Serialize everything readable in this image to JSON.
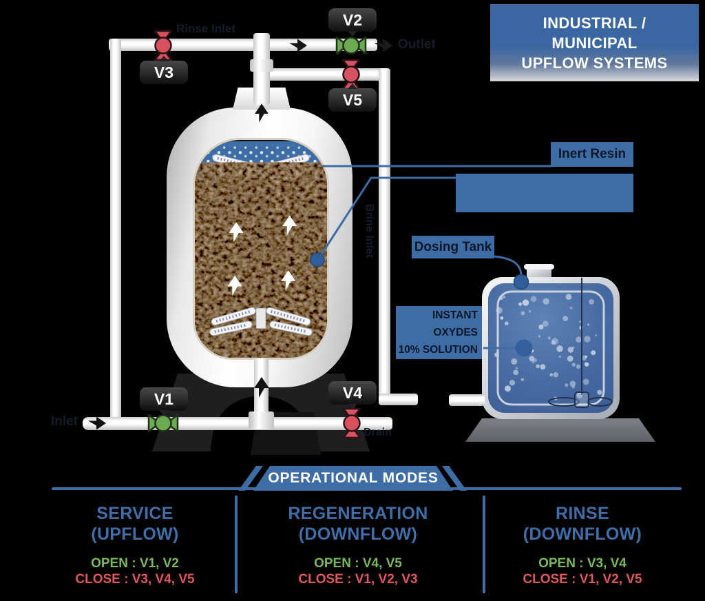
{
  "colors": {
    "accent": "#3e6da6",
    "navy": "#151c29",
    "heading": "#3f6ea8",
    "open_green": "#7cb95b",
    "close_red": "#e0575f",
    "valve_open": "#6bab52",
    "valve_closed": "#d8515e"
  },
  "title_box": {
    "line1": "INDUSTRIAL /",
    "line2": "MUNICIPAL",
    "line3": "UPFLOW SYSTEMS"
  },
  "pipe_labels": {
    "rinse_inlet": "Rinse Inlet",
    "outlet": "Outlet",
    "inlet": "Inlet",
    "drain": "Drain",
    "brine_inlet": "Brine Inlet"
  },
  "valves": {
    "v1": {
      "label": "V1",
      "state": "open"
    },
    "v2": {
      "label": "V2",
      "state": "open"
    },
    "v3": {
      "label": "V3",
      "state": "closed"
    },
    "v4": {
      "label": "V4",
      "state": "closed"
    },
    "v5": {
      "label": "V5",
      "state": "closed"
    }
  },
  "callouts": {
    "inert_resin": "Inert Resin",
    "dosing_tank": "Dosing Tank",
    "oxydes_line1": "INSTANT",
    "oxydes_line2": "OXYDES",
    "oxydes_line3": "10% SOLUTION"
  },
  "banner": {
    "label": "OPERATIONAL MODES"
  },
  "modes": [
    {
      "name": "SERVICE",
      "flow": "(UPFLOW)",
      "open_line": "OPEN : V1, V2",
      "close_line": "CLOSE : V3, V4, V5"
    },
    {
      "name": "REGENERATION",
      "flow": "(DOWNFLOW)",
      "open_line": "OPEN : V4, V5",
      "close_line": "CLOSE : V1, V2, V3"
    },
    {
      "name": "RINSE",
      "flow": "(DOWNFLOW)",
      "open_line": "OPEN : V3, V4",
      "close_line": "CLOSE : V1, V2, V5"
    }
  ]
}
